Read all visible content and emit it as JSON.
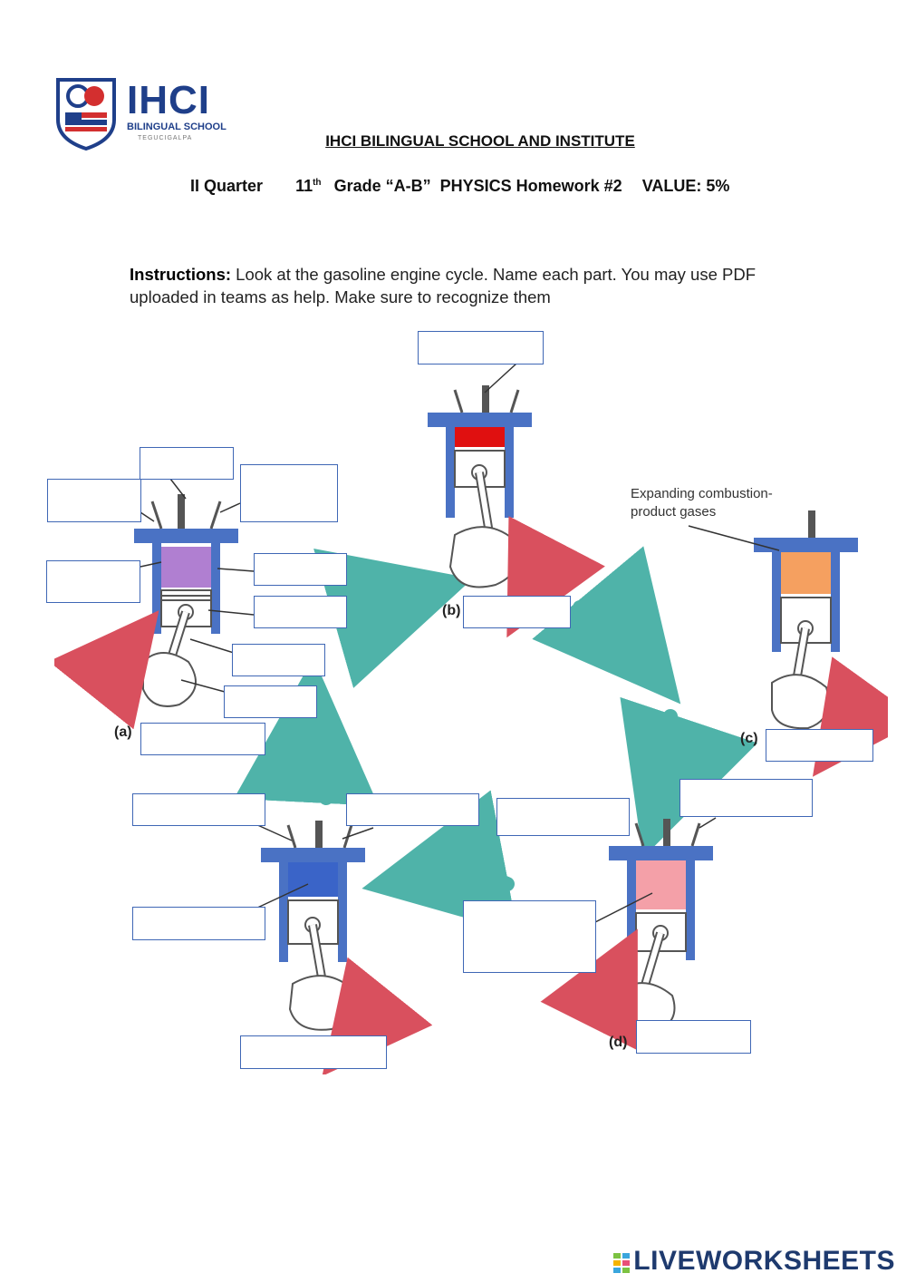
{
  "logo": {
    "brand": "IHCI",
    "subtitle": "BILINGUAL SCHOOL",
    "city": "TEGUCIGALPA"
  },
  "header": {
    "school_name": "IHCI BILINGUAL SCHOOL AND INSTITUTE",
    "quarter": "II Quarter",
    "grade_number": "11",
    "grade_suffix": "th",
    "grade_rest": "Grade “A-B”  PHYSICS Homework #2",
    "value": "VALUE: 5%"
  },
  "instructions": {
    "label": "Instructions:",
    "text": " Look at the gasoline engine cycle. Name each part. You may use PDF uploaded in teams as help. Make sure to recognize them"
  },
  "diagram": {
    "stages": [
      "(a)",
      "(b)",
      "(c)",
      "(d)"
    ],
    "caption": "Expanding combustion-product gases",
    "colors": {
      "cylinder_blue": "#4a72c4",
      "chamber_a": "#b07fd1",
      "chamber_b": "#e01010",
      "chamber_c": "#f5a060",
      "chamber_d": "#f4a0a8",
      "chamber_e": "#3a64c8",
      "arrow_teal": "#4fb3a9",
      "arrow_red": "#d9505e",
      "box_border": "#3f67b5"
    }
  },
  "footer": {
    "brand": "LIVEWORKSHEETS"
  }
}
